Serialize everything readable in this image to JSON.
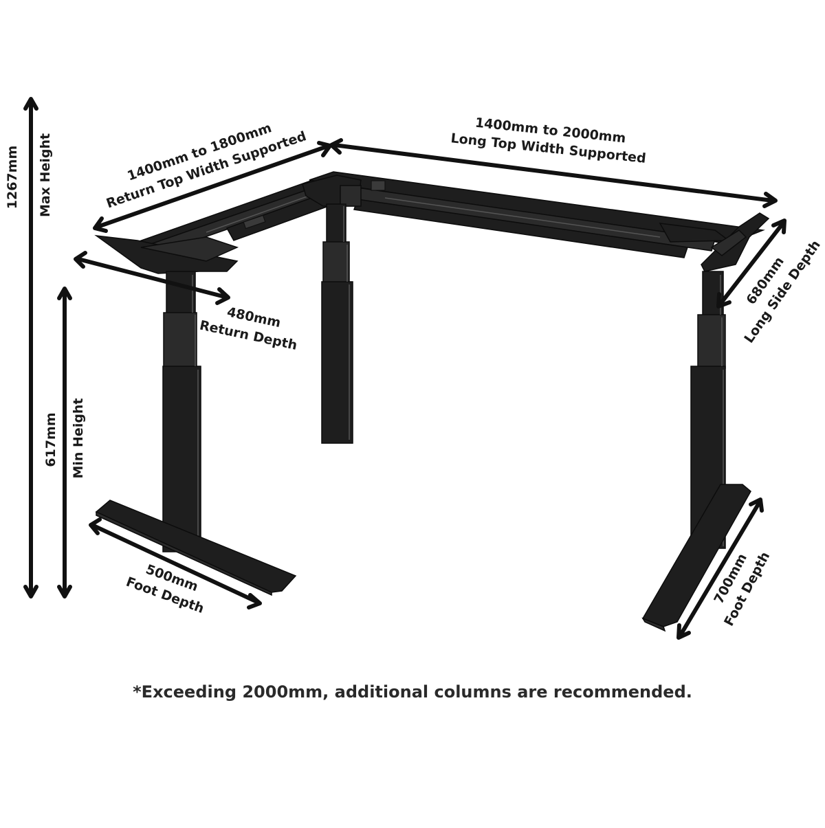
{
  "dimensions": {
    "max_height": {
      "value": "1267mm",
      "label": "Max Height"
    },
    "min_height": {
      "value": "617mm",
      "label": "Min Height"
    },
    "return_top_width": {
      "value": "1400mm to 1800mm",
      "label": "Return Top Width Supported"
    },
    "long_top_width": {
      "value": "1400mm to 2000mm",
      "label": "Long Top Width Supported"
    },
    "return_depth": {
      "value": "480mm",
      "label": "Return Depth"
    },
    "long_side_depth": {
      "value": "680mm",
      "label": "Long Side Depth"
    },
    "left_foot_depth": {
      "value": "500mm",
      "label": "Foot Depth"
    },
    "right_foot_depth": {
      "value": "700mm",
      "label": "Foot Depth"
    }
  },
  "footnote": "*Exceeding 2000mm, additional columns are recommended."
}
